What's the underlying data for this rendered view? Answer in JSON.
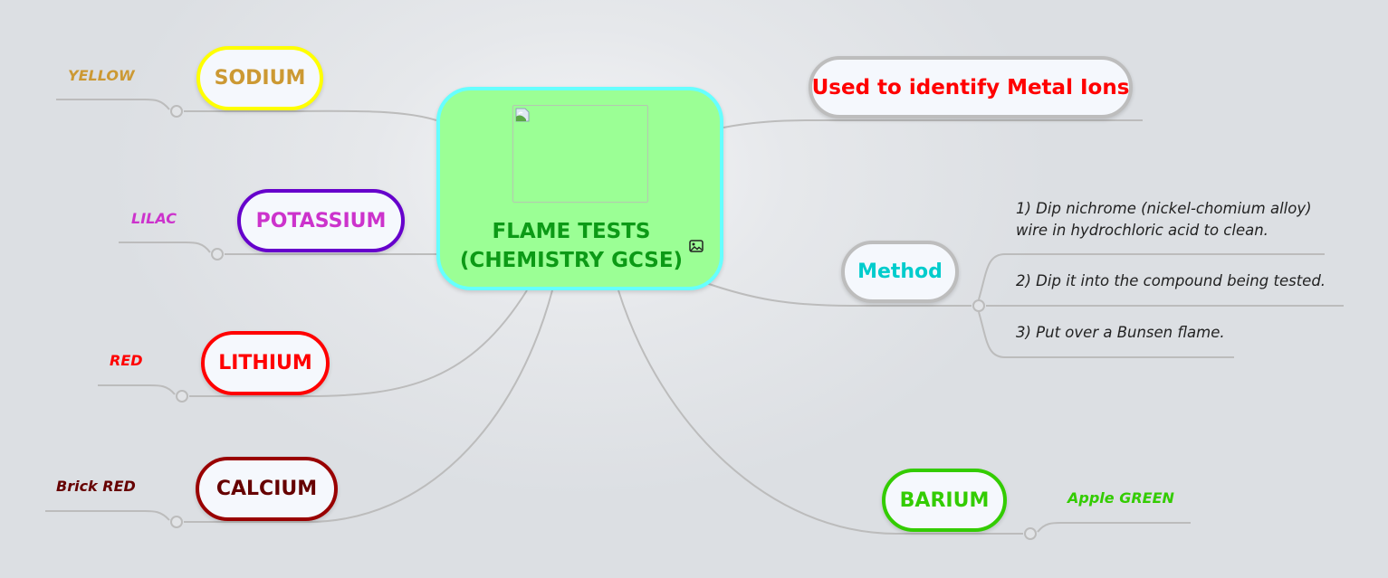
{
  "root": {
    "title_line1": "FLAME TESTS",
    "title_line2": "(CHEMISTRY GCSE)",
    "fill_color": "#9bff95",
    "border_color": "#66ffff",
    "text_color": "#0c9a16",
    "icons": [
      "broken-image-icon",
      "image-icon"
    ]
  },
  "metals": [
    {
      "name": "SODIUM",
      "flame_color": "YELLOW",
      "border": "#ffff00",
      "text": "#cc9933"
    },
    {
      "name": "POTASSIUM",
      "flame_color": "LILAC",
      "border": "#6600cc",
      "text": "#cc33cc"
    },
    {
      "name": "LITHIUM",
      "flame_color": "RED",
      "border": "#ff0000",
      "text": "#ff0000"
    },
    {
      "name": "CALCIUM",
      "flame_color": "Brick RED",
      "border": "#990000",
      "text": "#660000"
    },
    {
      "name": "BARIUM",
      "flame_color": "Apple GREEN",
      "border": "#33cc00",
      "text": "#33cc00"
    }
  ],
  "purpose": {
    "text": "Used to identify Metal Ions",
    "color": "#ff0000"
  },
  "method": {
    "title": "Method",
    "color": "#00cccc",
    "steps": [
      {
        "line1": "1) Dip nichrome (nickel-chomium alloy)",
        "line2": "wire in hydrochloric acid to clean."
      },
      {
        "line1": "2) Dip it into the compound being tested."
      },
      {
        "line1": "3) Put over a Bunsen flame."
      }
    ]
  }
}
